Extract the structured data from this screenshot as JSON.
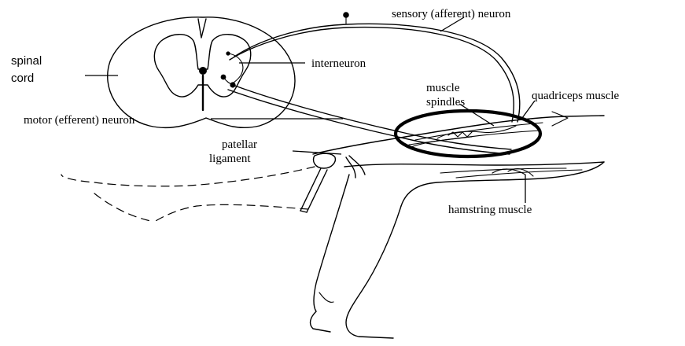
{
  "labels": {
    "sensory": "sensory (afferent) neuron",
    "spinal_1": "spinal",
    "spinal_2": "cord",
    "interneuron": "interneuron",
    "muscle_1": "muscle",
    "muscle_2": "spindles",
    "quadriceps": "quadriceps muscle",
    "motor": "motor (efferent) neuron",
    "patellar_1": "patellar",
    "patellar_2": "ligament",
    "hamstring": "hamstring muscle"
  }
}
